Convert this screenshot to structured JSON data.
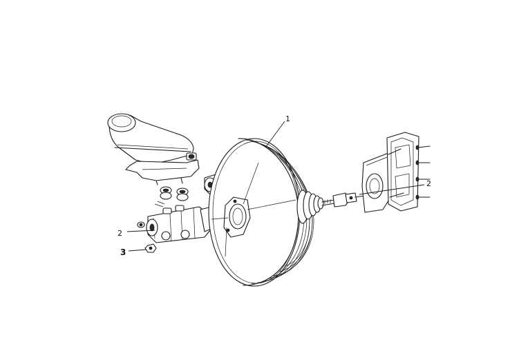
{
  "callouts": [
    {
      "id": "c1",
      "text": "1"
    },
    {
      "id": "c2a",
      "text": "2"
    },
    {
      "id": "c2b",
      "text": "2"
    },
    {
      "id": "c3",
      "text": "3"
    }
  ]
}
